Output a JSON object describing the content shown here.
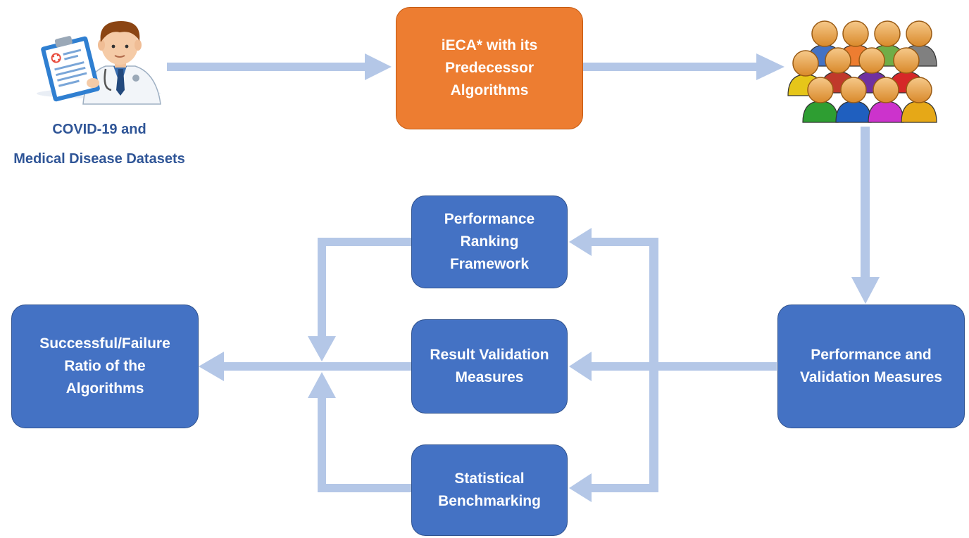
{
  "dataset": {
    "caption_line1": "COVID-19 and",
    "caption_line2": "Medical Disease Datasets",
    "icon": "doctor-with-clipboard-icon"
  },
  "algorithms_box": {
    "label": "iECA* with its\nPredecessor\nAlgorithms"
  },
  "population": {
    "icon": "user-group-icon"
  },
  "measures_box": {
    "label": "Performance and\nValidation Measures"
  },
  "ranking_box": {
    "label": "Performance\nRanking\nFramework"
  },
  "validation_box": {
    "label": "Result Validation\nMeasures"
  },
  "benchmark_box": {
    "label": "Statistical\nBenchmarking"
  },
  "ratio_box": {
    "label": "Successful/Failure\nRatio of the\nAlgorithms"
  },
  "colors": {
    "box_blue": "#4472c4",
    "box_orange": "#ed7d31",
    "arrow": "#b4c7e7",
    "caption": "#2f5597"
  }
}
